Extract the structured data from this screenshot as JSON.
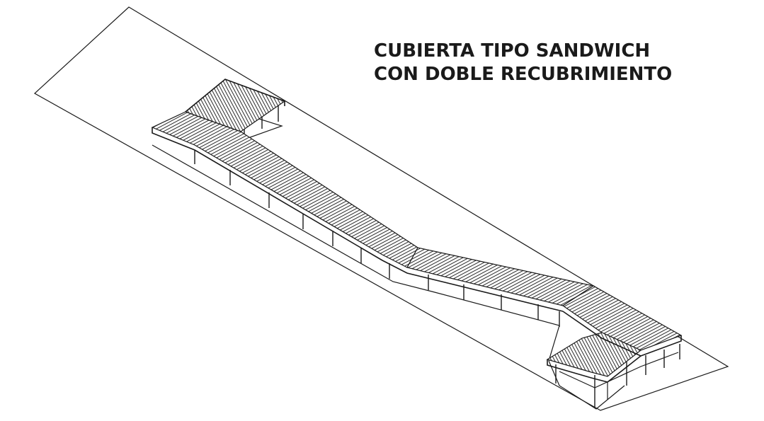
{
  "title": {
    "line1": "CUBIERTA TIPO SANDWICH",
    "line2": "CON DOBLE RECUBRIMIENTO"
  },
  "colors": {
    "background": "#ffffff",
    "line": "#1a1a1a",
    "roof_hatch": "#333333"
  },
  "drawing": {
    "type": "isometric line drawing",
    "subject": "covered walkway with sandwich-panel roof on a site plot"
  }
}
